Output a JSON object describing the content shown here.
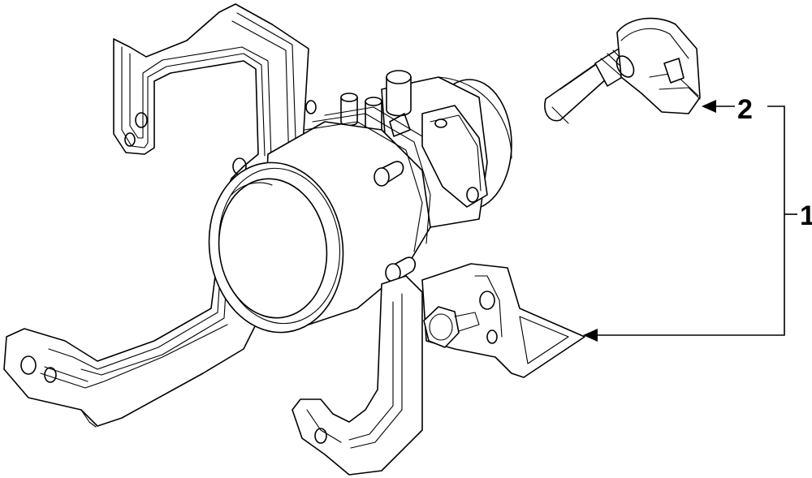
{
  "callouts": [
    {
      "number": "1",
      "part": "fog-lamp-assembly"
    },
    {
      "number": "2",
      "part": "bulb"
    }
  ]
}
